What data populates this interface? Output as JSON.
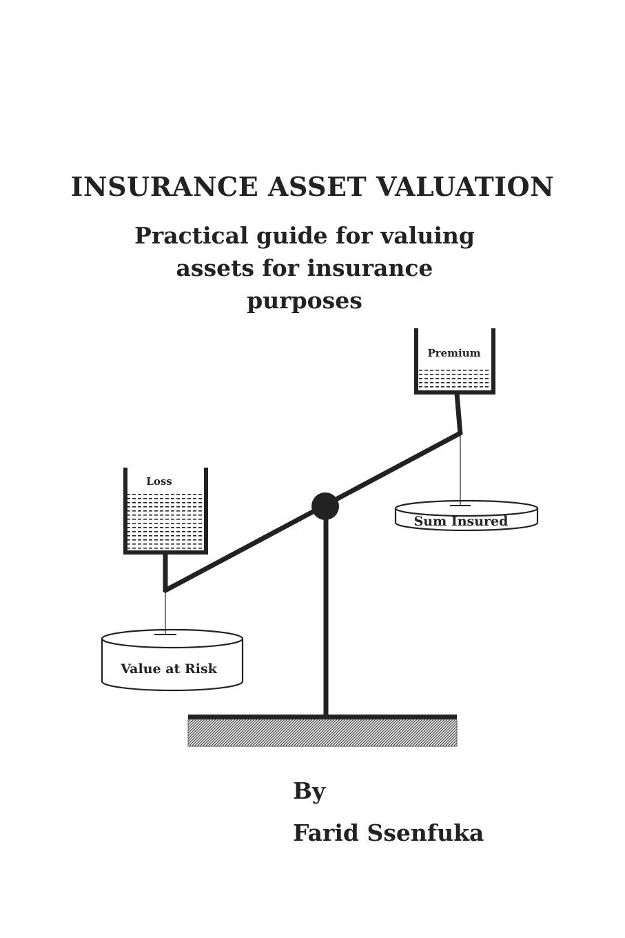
{
  "cover": {
    "title": "INSURANCE ASSET VALUATION",
    "subtitle_lines": [
      "Practical guide for valuing",
      "assets for insurance",
      "purposes"
    ],
    "by_label": "By",
    "author": "Farid Ssenfuka"
  },
  "diagram": {
    "left_container_label": "Loss",
    "right_container_label": "Premium",
    "left_pan_label": "Value at Risk",
    "right_pan_label": "Sum Insured"
  },
  "colors": {
    "ink": "#222222",
    "background": "#ffffff"
  }
}
